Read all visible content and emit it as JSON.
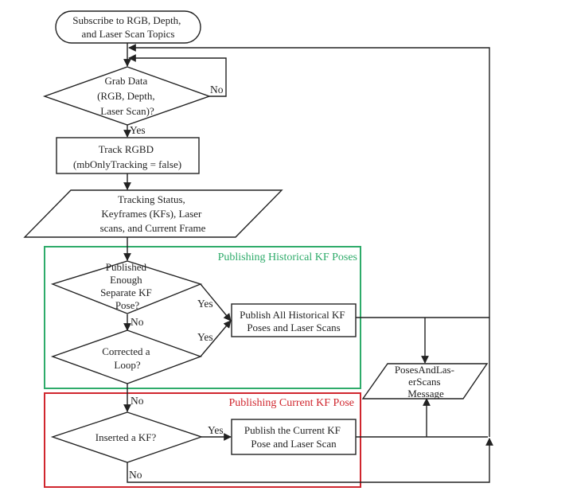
{
  "diagram": {
    "type": "flowchart",
    "nodes": {
      "start": {
        "shape": "terminator",
        "lines": [
          "Subscribe to RGB, Depth,",
          "and Laser Scan Topics"
        ]
      },
      "grab": {
        "shape": "decision",
        "lines": [
          "Grab Data",
          "(RGB, Depth,",
          "Laser Scan)?"
        ]
      },
      "track": {
        "shape": "process",
        "lines": [
          "Track RGBD",
          "(mbOnlyTracking = false)"
        ]
      },
      "io_status": {
        "shape": "data",
        "lines": [
          "Tracking Status,",
          "Keyframes (KFs), Laser",
          "scans, and Current Frame"
        ]
      },
      "published_enough": {
        "shape": "decision",
        "lines": [
          "Published",
          "Enough",
          "Separate KF",
          "Pose?"
        ]
      },
      "corrected_loop": {
        "shape": "decision",
        "lines": [
          "Corrected a",
          "Loop?"
        ]
      },
      "publish_all": {
        "shape": "process",
        "lines": [
          "Publish All Historical KF",
          "Poses and Laser Scans"
        ]
      },
      "inserted_kf": {
        "shape": "decision",
        "lines": [
          "Inserted a KF?"
        ]
      },
      "publish_current": {
        "shape": "process",
        "lines": [
          "Publish the Current KF",
          "Pose and Laser Scan"
        ]
      },
      "message": {
        "shape": "data",
        "lines": [
          "PosesAndLas-",
          "erScans",
          "Message"
        ]
      }
    },
    "groups": {
      "historical": {
        "title": "Publishing  Historical  KF Poses",
        "color": "#2eab6a"
      },
      "current": {
        "title": "Publishing  Current  KF Pose",
        "color": "#d0262e"
      }
    },
    "edge_labels": {
      "grab_no": "No",
      "grab_yes": "Yes",
      "enough_yes": "Yes",
      "enough_no": "No",
      "loop_yes": "Yes",
      "loop_no": "No",
      "inserted_yes": "Yes",
      "inserted_no": "No"
    },
    "edges": [
      [
        "start",
        "grab"
      ],
      [
        "grab",
        "grab",
        "No"
      ],
      [
        "grab",
        "track",
        "Yes"
      ],
      [
        "track",
        "io_status"
      ],
      [
        "io_status",
        "published_enough"
      ],
      [
        "published_enough",
        "publish_all",
        "Yes"
      ],
      [
        "published_enough",
        "corrected_loop",
        "No"
      ],
      [
        "corrected_loop",
        "publish_all",
        "Yes"
      ],
      [
        "corrected_loop",
        "inserted_kf",
        "No"
      ],
      [
        "inserted_kf",
        "publish_current",
        "Yes"
      ],
      [
        "publish_all",
        "message"
      ],
      [
        "publish_current",
        "message"
      ],
      [
        "publish_all",
        "grab"
      ],
      [
        "publish_current",
        "grab"
      ],
      [
        "inserted_kf",
        "grab",
        "No"
      ]
    ]
  }
}
